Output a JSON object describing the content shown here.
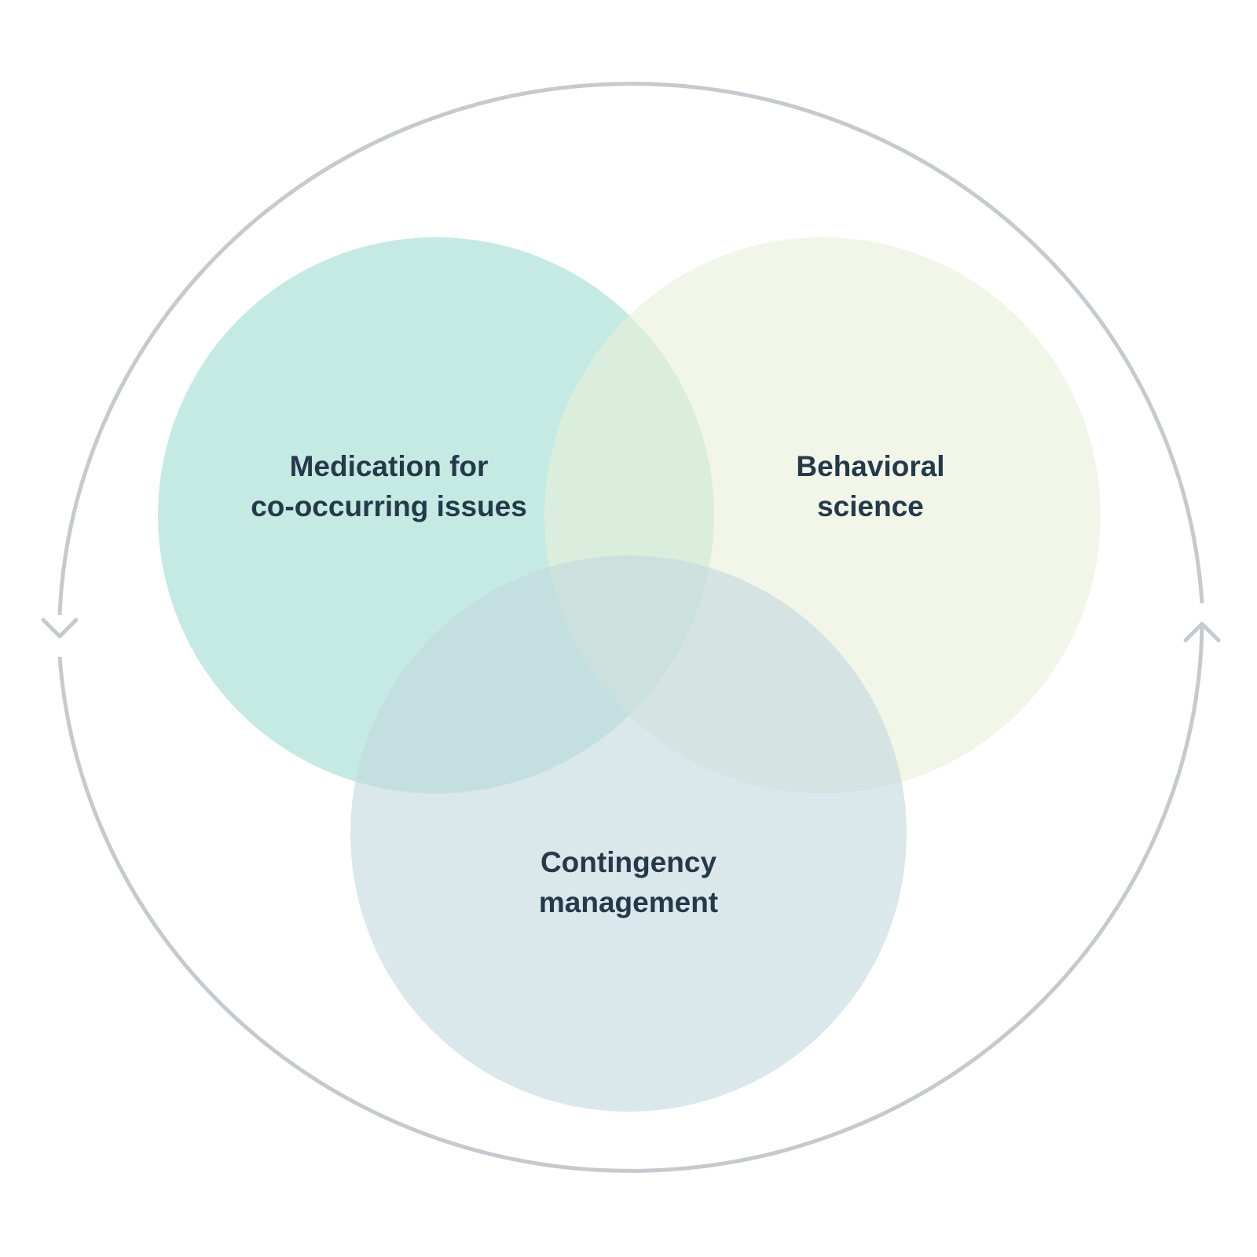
{
  "circles": [
    {
      "id": "medication",
      "lines": [
        "Medication for",
        "co-occurring issues"
      ],
      "color": "#9fddd2"
    },
    {
      "id": "behavioral",
      "lines": [
        "Behavioral",
        "science"
      ],
      "color": "#e9f0dc"
    },
    {
      "id": "contingency",
      "lines": [
        "Contingency",
        "management"
      ],
      "color": "#c3d8df"
    }
  ],
  "colors": {
    "cycle_stroke": "#c5cacf",
    "label_text": "#25394a",
    "background": "#ffffff"
  },
  "icons": [
    "down-arrow-icon",
    "up-arrow-icon"
  ]
}
